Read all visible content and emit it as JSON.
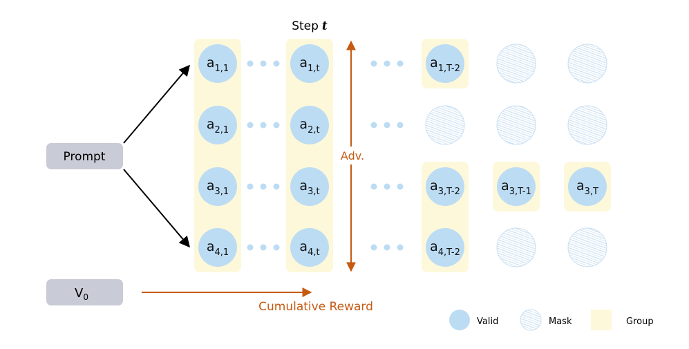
{
  "colors": {
    "valid_fill": "#bcdcf4",
    "mask_stroke": "#c9dff2",
    "group_fill": "#fdf8d9",
    "box_fill": "#c9ccd6",
    "accent": "#c55a11",
    "arrow_black": "#000000"
  },
  "prompt_label": "Prompt",
  "v0_label": "V",
  "v0_sub": "0",
  "step_label": "Step",
  "step_var": "t",
  "adv_label": "Adv.",
  "cumulative_label": "Cumulative Reward",
  "legend": {
    "valid": "Valid",
    "mask": "Mask",
    "group": "Group"
  },
  "nodes": [
    {
      "row": 1,
      "col": "1",
      "kind": "valid",
      "letter": "a",
      "sub": "1,1"
    },
    {
      "row": 1,
      "col": "t",
      "kind": "valid",
      "letter": "a",
      "sub": "1,t"
    },
    {
      "row": 1,
      "col": "T-2",
      "kind": "valid",
      "letter": "a",
      "sub": "1,T-2"
    },
    {
      "row": 1,
      "col": "T-1",
      "kind": "mask"
    },
    {
      "row": 1,
      "col": "T",
      "kind": "mask"
    },
    {
      "row": 2,
      "col": "1",
      "kind": "valid",
      "letter": "a",
      "sub": "2,1"
    },
    {
      "row": 2,
      "col": "t",
      "kind": "valid",
      "letter": "a",
      "sub": "2,t"
    },
    {
      "row": 2,
      "col": "T-2",
      "kind": "mask"
    },
    {
      "row": 2,
      "col": "T-1",
      "kind": "mask"
    },
    {
      "row": 2,
      "col": "T",
      "kind": "mask"
    },
    {
      "row": 3,
      "col": "1",
      "kind": "valid",
      "letter": "a",
      "sub": "3,1"
    },
    {
      "row": 3,
      "col": "t",
      "kind": "valid",
      "letter": "a",
      "sub": "3,t"
    },
    {
      "row": 3,
      "col": "T-2",
      "kind": "valid",
      "letter": "a",
      "sub": "3,T-2"
    },
    {
      "row": 3,
      "col": "T-1",
      "kind": "valid",
      "letter": "a",
      "sub": "3,T-1"
    },
    {
      "row": 3,
      "col": "T",
      "kind": "valid",
      "letter": "a",
      "sub": "3,T"
    },
    {
      "row": 4,
      "col": "1",
      "kind": "valid",
      "letter": "a",
      "sub": "4,1"
    },
    {
      "row": 4,
      "col": "t",
      "kind": "valid",
      "letter": "a",
      "sub": "4,t"
    },
    {
      "row": 4,
      "col": "T-2",
      "kind": "valid",
      "letter": "a",
      "sub": "4,T-2"
    },
    {
      "row": 4,
      "col": "T-1",
      "kind": "mask"
    },
    {
      "row": 4,
      "col": "T",
      "kind": "mask"
    }
  ]
}
